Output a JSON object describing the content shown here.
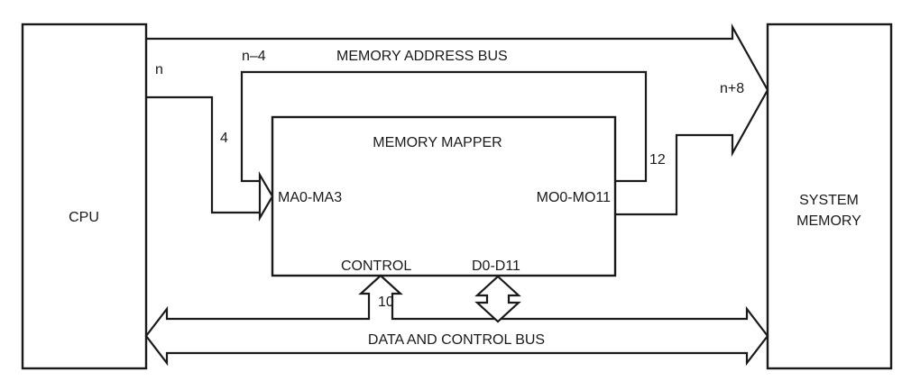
{
  "blocks": {
    "cpu": "CPU",
    "memory_mapper": "MEMORY MAPPER",
    "system_memory_line1": "SYSTEM",
    "system_memory_line2": "MEMORY"
  },
  "buses": {
    "memory_address_bus": "MEMORY ADDRESS BUS",
    "data_and_control_bus": "DATA AND CONTROL BUS"
  },
  "signals": {
    "ma": "MA0-MA3",
    "mo": "MO0-MO11",
    "control": "CONTROL",
    "data": "D0-D11"
  },
  "line_widths": {
    "cpu_out": "n",
    "bypass": "n–4",
    "mapper_in": "4",
    "mapper_out": "12",
    "memory_in": "n+8",
    "control": "10"
  }
}
